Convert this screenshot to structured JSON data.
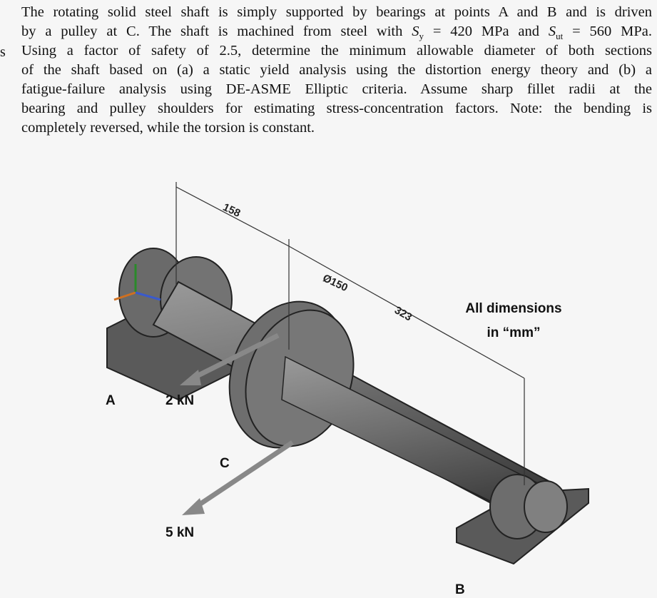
{
  "problem": {
    "margin_mark": "s",
    "lines": [
      "The rotating solid steel shaft is simply supported by bearings at points A and B and is driven",
      "by a pulley at C. The shaft is machined from steel with ",
      "Using a factor of safety of 2.5, determine the minimum allowable diameter of both sections",
      "of the shaft based on (a) a static yield analysis using the distortion energy theory and (b) a",
      "fatigue-failure analysis using DE-ASME Elliptic criteria. Assume sharp fillet radii at the",
      "bearing and pulley shoulders for estimating stress-concentration factors. Note: the bending is",
      "completely reversed, while the torsion is constant."
    ],
    "sy": {
      "symbol": "S",
      "sub": "y",
      "value": " = 420 MPa and "
    },
    "sut": {
      "symbol": "S",
      "sub": "ut",
      "value": " = 560 MPa."
    }
  },
  "figure": {
    "dim_158": "158",
    "dim_dia": "Ø150",
    "dim_323": "323",
    "units_line1": "All dimensions",
    "units_line2": "in “mm”",
    "label_a": "A",
    "label_b": "B",
    "label_c": "C",
    "force_2kn": "2 kN",
    "force_5kn": "5 kN"
  }
}
